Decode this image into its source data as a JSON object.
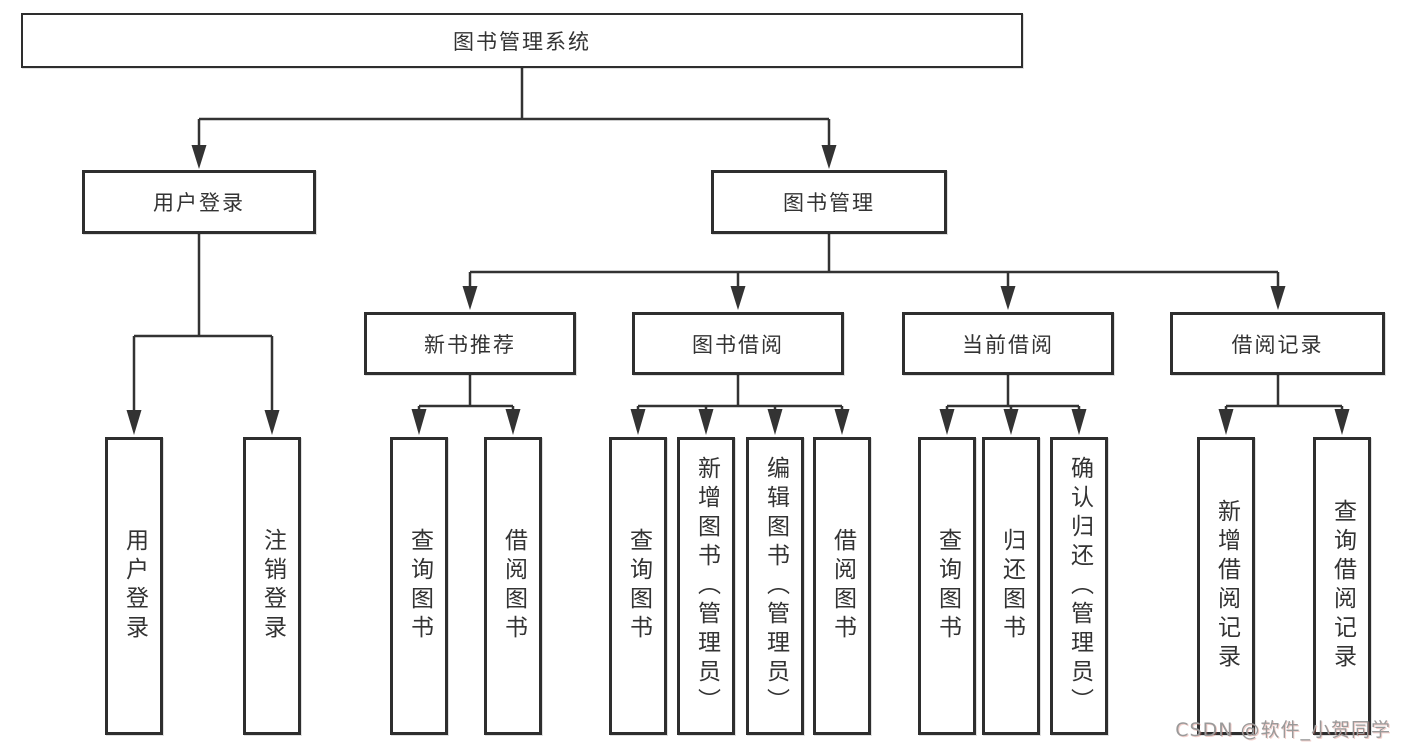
{
  "tree": {
    "label": "图书管理系统",
    "children": [
      {
        "label": "用户登录",
        "children": [
          {
            "label": "用户登录"
          },
          {
            "label": "注销登录"
          }
        ]
      },
      {
        "label": "图书管理",
        "children": [
          {
            "label": "新书推荐",
            "children": [
              {
                "label": "查询图书"
              },
              {
                "label": "借阅图书"
              }
            ]
          },
          {
            "label": "图书借阅",
            "children": [
              {
                "label": "查询图书"
              },
              {
                "label": "新增图书（管理员）"
              },
              {
                "label": "编辑图书（管理员）"
              },
              {
                "label": "借阅图书"
              }
            ]
          },
          {
            "label": "当前借阅",
            "children": [
              {
                "label": "查询图书"
              },
              {
                "label": "归还图书"
              },
              {
                "label": "确认归还（管理员）"
              }
            ]
          },
          {
            "label": "借阅记录",
            "children": [
              {
                "label": "新增借阅记录"
              },
              {
                "label": "查询借阅记录"
              }
            ]
          }
        ]
      }
    ]
  },
  "watermark": {
    "text": "CSDN @软件_小贺同学"
  },
  "colors": {
    "line": "#333333",
    "box_border": "#2e2e2e",
    "box_fill": "#ffffff",
    "text": "#333333",
    "watermark": "#9a9a9a"
  }
}
